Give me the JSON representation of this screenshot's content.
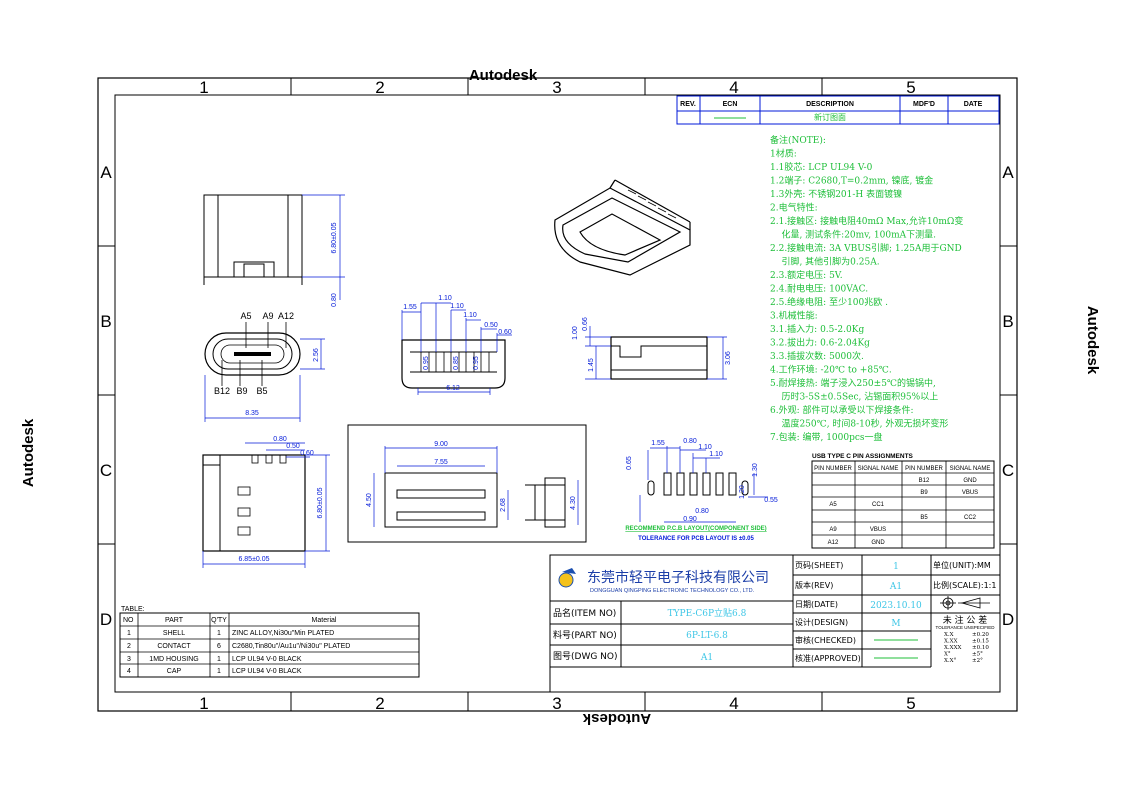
{
  "watermark": {
    "text": "Autodesk"
  },
  "border": {
    "cols": [
      "1",
      "2",
      "3",
      "4",
      "5"
    ],
    "rows": [
      "A",
      "B",
      "C",
      "D"
    ]
  },
  "revision": {
    "headers": [
      "REV.",
      "ECN",
      "DESCRIPTION",
      "MDF'D",
      "DATE"
    ],
    "description": "新订图面"
  },
  "notes": [
    "备注(NOTE):",
    "1材质:",
    "1.1胶芯: LCP UL94 V-0",
    "1.2端子: C2680,T=0.2mm, 镍底, 镀金",
    "1.3外壳: 不锈钢201-H 表面镀镍",
    "2.电气特性:",
    "2.1.接触区: 接触电阻40mΩ Max,允许10mΩ变",
    "    化量, 测试条件:20mv, 100mA下测量.",
    "2.2.接触电流: 3A VBUS引脚; 1.25A用于GND",
    "    引脚, 其他引脚为0.25A.",
    "2.3.额定电压: 5V.",
    "2.4.耐电电压: 100VAC.",
    "2.5.绝缘电阻: 至少100兆欧 .",
    "3.机械性能:",
    "3.1.插入力: 0.5-2.0Kg",
    "3.2.拔出力: 0.6-2.04Kg",
    "3.3.插拔次数: 5000次.",
    "4.工作环境: -20℃ to +85℃.",
    "5.耐焊接热: 端子浸入250±5℃的锡锅中,",
    "    历时3-5S±0.5Sec, 沾锡面积95%以上",
    "6.外观: 部件可以承受以下焊接条件:",
    "    温度250℃, 时间8-10秒, 外观无损坏变形",
    "7.包装: 编带, 1000pcs一盘"
  ],
  "pins": {
    "title": "USB TYPE C PIN ASSIGNMENTS",
    "headers": [
      "PIN NUMBER",
      "SIGNAL NAME",
      "PIN NUMBER",
      "SIGNAL NAME"
    ],
    "rows": [
      [
        "",
        "",
        "B12",
        "GND"
      ],
      [
        "",
        "",
        "B9",
        "VBUS"
      ],
      [
        "A5",
        "CC1",
        "",
        ""
      ],
      [
        "",
        "",
        "B5",
        "CC2"
      ],
      [
        "A9",
        "VBUS",
        "",
        ""
      ],
      [
        "A12",
        "GND",
        "",
        ""
      ]
    ]
  },
  "dims": {
    "front_pins_top": [
      "A5",
      "A9",
      "A12"
    ],
    "front_pins_bottom": [
      "B12",
      "B9",
      "B5"
    ],
    "d835": "8.35",
    "d256": "2.56",
    "d680": "6.80±0.05",
    "d080": "0.80",
    "d155": "1.55",
    "d110a": "1.10",
    "d110b": "1.10",
    "d050a": "0.50",
    "d060a": "0.60",
    "d095a": "0.95",
    "d095b": "0.95",
    "d085": "0.85",
    "d612": "6.12",
    "d066": "0.66",
    "d100": "1.00",
    "d145": "1.45",
    "d306": "3.06",
    "d080b": "0.80",
    "d050b": "0.50",
    "d060b": "0.60",
    "d680b": "6.80±0.05",
    "d685": "6.85±0.05",
    "d900": "9.00",
    "d755": "7.55",
    "d450": "4.50",
    "d268": "2.68",
    "d430": "4.30",
    "p155": "1.55",
    "p080": "0.80",
    "p110a": "1.10",
    "p110b": "1.10",
    "p065": "0.65",
    "p130": "1.30",
    "p120": "1.20",
    "p055": "0.55",
    "p080b": "0.80",
    "p090": "0.90",
    "pcb_caption": "RECOMMEND P.C.B LAYOUT(COMPONENT SIDE)",
    "pcb_tol": "TOLERANCE FOR PCB LAYOUT IS ±0.05"
  },
  "bom": {
    "title": "TABLE:",
    "headers": [
      "NO",
      "PART",
      "Q'TY",
      "Material"
    ],
    "rows": [
      [
        "1",
        "SHELL",
        "1",
        "ZINC ALLOY,Ni30u\"Min PLATED"
      ],
      [
        "2",
        "CONTACT",
        "6",
        "C2680,Tin80u\"/Au1u\"/Ni30u\" PLATED"
      ],
      [
        "3",
        "1MD HOUSING",
        "1",
        "LCP UL94 V-0 BLACK"
      ],
      [
        "4",
        "CAP",
        "1",
        "LCP UL94 V-0 BLACK"
      ]
    ]
  },
  "title_block": {
    "company_cn": "东莞市轻平电子科技有限公司",
    "company_en": "DONGGUAN QINGPING ELECTRONIC TECHNOLOGY CO., LTD.",
    "item_label": "品名(ITEM NO)",
    "item_value": "TYPE-C6P立贴6.8",
    "part_label": "料号(PART NO)",
    "part_value": "6P-LT-6.8",
    "dwg_label": "图号(DWG NO)",
    "dwg_value": "A1",
    "sheet_label": "页码(SHEET)",
    "sheet_value": "1",
    "rev_label": "版本(REV)",
    "rev_value": "A1",
    "date_label": "日期(DATE)",
    "date_value": "2023.10.10",
    "design_label": "设计(DESIGN)",
    "design_value": "M",
    "checked_label": "审核(CHECKED)",
    "approved_label": "核准(APPROVED)",
    "unit_label": "单位(UNIT):MM",
    "scale_label": "比例(SCALE):1:1",
    "tol_title": "未 注 公 差",
    "tol_sub": "TOLERANCE UNSPECIFIED",
    "tol_rows": [
      [
        "X.X",
        "±0.20"
      ],
      [
        "X.XX",
        "±0.15"
      ],
      [
        "X.XXX",
        "±0.10"
      ],
      [
        "X°",
        "±5°"
      ],
      [
        "X.X°",
        "±2°"
      ]
    ]
  }
}
